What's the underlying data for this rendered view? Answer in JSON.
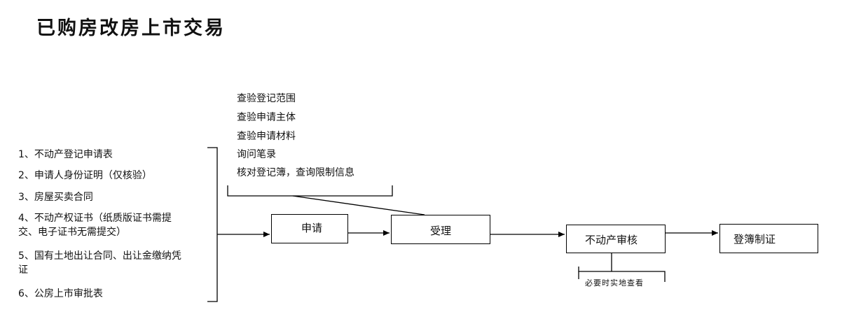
{
  "page": {
    "title": "已购房改房上市交易"
  },
  "documents": [
    "1、不动产登记申请表",
    "2、申请人身份证明（仅核验）",
    "3、房屋买卖合同",
    "4、不动产权证书（纸质版证书需提交、电子证书无需提交）",
    "5、国有土地出让合同、出让金缴纳凭证",
    "6、公房上市审批表"
  ],
  "acceptance_checks": [
    "查验登记范围",
    "查验申请主体",
    "查验申请材料",
    "询问笔录",
    "核对登记簿，查询限制信息"
  ],
  "steps": {
    "apply": "申请",
    "accept": "受理",
    "review": "不动产审核",
    "register": "登簿制证"
  },
  "review_note": "必要时实地查看"
}
